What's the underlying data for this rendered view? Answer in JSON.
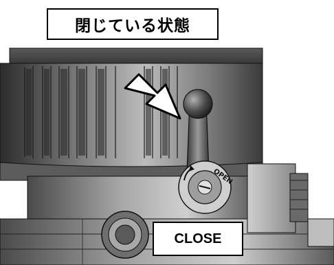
{
  "title_label": "閉じている状態",
  "close_label": "CLOSE",
  "knob_marking": "OPEN",
  "colors": {
    "body_dark": "#3a3a3a",
    "body_mid": "#8a8a8a",
    "body_light": "#d8d8d8",
    "outline": "#000000",
    "arrow_fill": "#ffffff"
  },
  "icons": {
    "pointer": "arrow-icon",
    "valve_lever": "lever-icon",
    "valve_knob": "knob-icon"
  }
}
